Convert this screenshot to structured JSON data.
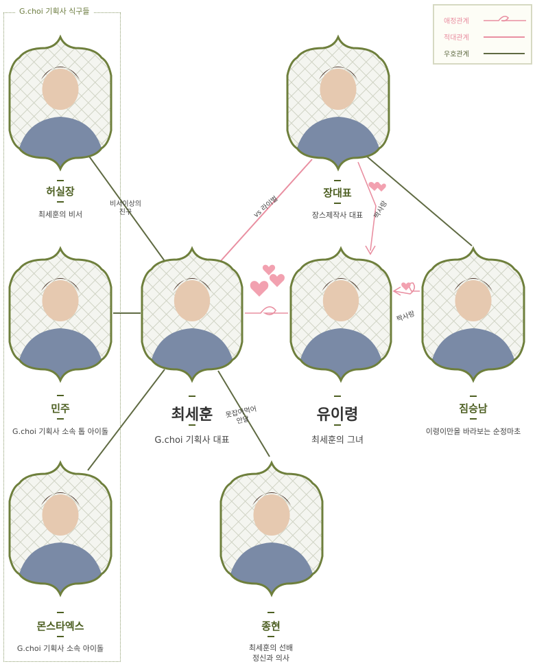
{
  "group": {
    "title": "G.choi 기획사 식구들"
  },
  "legend": {
    "love": "애정관계",
    "rival": "적대관계",
    "friend": "우호관계",
    "colors": {
      "love": "#e98fa1",
      "rival": "#e98fa1",
      "friend": "#5f6a42"
    }
  },
  "people": {
    "heosiljang": {
      "name": "허실장",
      "desc": "최세훈의 비서"
    },
    "minju": {
      "name": "민주",
      "desc": "G.choi 기획사 소속 톱 아이돌"
    },
    "monstax": {
      "name": "몬스타엑스",
      "desc": "G.choi 기획사 소속 아이돌"
    },
    "choisehun": {
      "name": "최세훈",
      "desc": "G.choi 기획사 대표"
    },
    "jangdaepyo": {
      "name": "장대표",
      "desc": "장스제작사 대표"
    },
    "yuiryeong": {
      "name": "유이령",
      "desc": "최세훈의 그녀"
    },
    "jimseungnam": {
      "name": "짐승남",
      "desc": "이령이만을 바라보는 순정마초"
    },
    "jonghyeon": {
      "name": "종현",
      "desc": "최세훈의 선배",
      "desc2": "정신과 의사"
    }
  },
  "relations": {
    "heo_choi": {
      "line1": "비서이상의",
      "line2": "친구"
    },
    "jang_choi": "vs 라이벌",
    "jang_yu": "짝사랑",
    "jim_yu": "짝사랑",
    "jong_choi": {
      "line1": "못잡아먹어",
      "line2": "안달"
    }
  },
  "colors": {
    "frame": "#6e7f3c",
    "lattice": "#cfd3c4",
    "name": "#4d5f22"
  }
}
